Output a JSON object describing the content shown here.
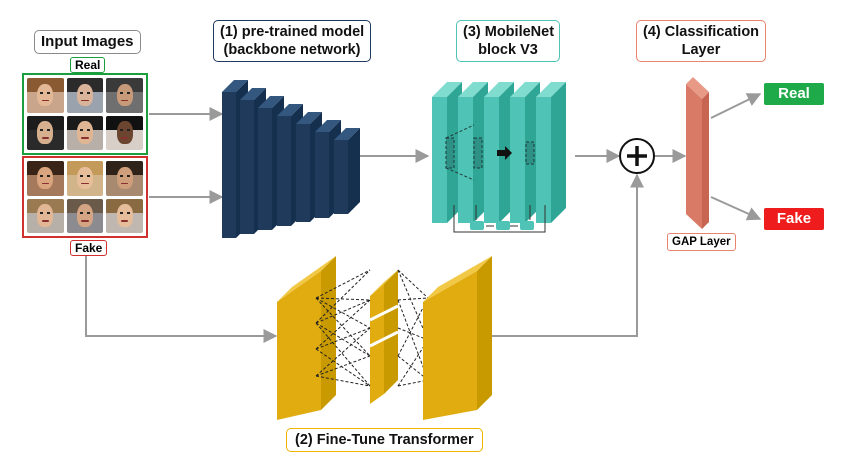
{
  "labels": {
    "input_images": "Input Images",
    "real_tag": "Real",
    "fake_tag": "Fake",
    "backbone_line1": "(1) pre-trained model",
    "backbone_line2": "(backbone network)",
    "transformer": "(2) Fine-Tune Transformer",
    "mobilenet_line1": "(3) MobileNet",
    "mobilenet_line2": "block V3",
    "classification_line1": "(4) Classification",
    "classification_line2": "Layer",
    "gap_layer": "GAP Layer",
    "output_real": "Real",
    "output_fake": "Fake"
  },
  "faces": {
    "real": [
      {
        "skin": "#e3b896",
        "hair": "#8a5a32",
        "bg": "#c9a58c"
      },
      {
        "skin": "#d9b49a",
        "hair": "#2b2b2b",
        "bg": "#9aa3ad"
      },
      {
        "skin": "#c79a7a",
        "hair": "#3a3a3a",
        "bg": "#6f6f6f"
      },
      {
        "skin": "#d6b08e",
        "hair": "#1c1c1c",
        "bg": "#2a2a2a"
      },
      {
        "skin": "#e0b593",
        "hair": "#1a1a1a",
        "bg": "#b8b0a8"
      },
      {
        "skin": "#6b4530",
        "hair": "#111111",
        "bg": "#d8d0c8"
      }
    ],
    "fake": [
      {
        "skin": "#d9a47e",
        "hair": "#3a2418",
        "bg": "#a57a5c"
      },
      {
        "skin": "#e6bf9a",
        "hair": "#c49a5a",
        "bg": "#d2b48a"
      },
      {
        "skin": "#cf9f7c",
        "hair": "#2f2218",
        "bg": "#a88a70"
      },
      {
        "skin": "#e2b795",
        "hair": "#9a7a50",
        "bg": "#b6b0a8"
      },
      {
        "skin": "#d4a584",
        "hair": "#6a5a4a",
        "bg": "#8c8c90"
      },
      {
        "skin": "#e5bd9b",
        "hair": "#8a6a40",
        "bg": "#c0b8b0"
      }
    ]
  },
  "colors": {
    "backbone": "#1f3a5a",
    "mobilenet": "#4fc3b5",
    "transformer": "#e0ac10",
    "gap": "#d97a67",
    "real": "#1faa4a",
    "fake": "#ee1c1c",
    "arrow": "#9a9a9a"
  }
}
